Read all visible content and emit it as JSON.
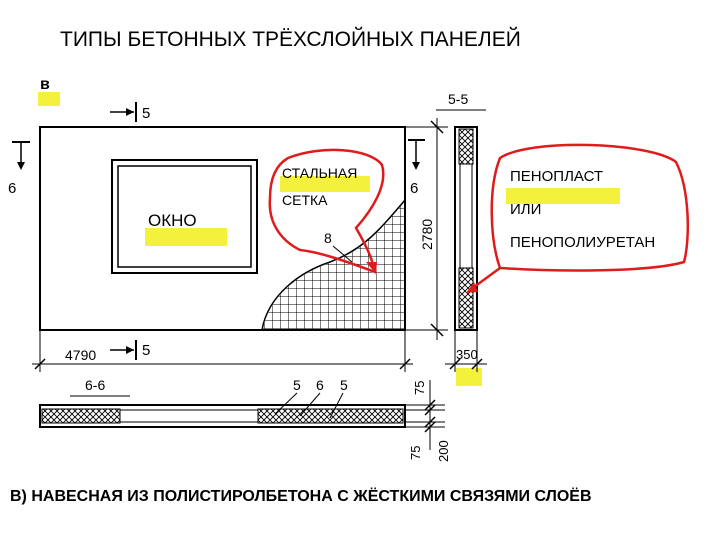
{
  "title": "ТИПЫ  БЕТОННЫХ ТРЁХСЛОЙНЫХ ПАНЕЛЕЙ",
  "caption": "В) НАВЕСНАЯ ИЗ ПОЛИСТИРОЛБЕТОНА С ЖЁСТКИМИ СВЯЗЯМИ СЛОЁВ",
  "labels": {
    "variant": "в",
    "window": "ОКНО",
    "steel": "СТАЛЬНАЯ",
    "mesh": "СЕТКА",
    "foam1": "ПЕНОПЛАСТ",
    "foam_or": "ИЛИ",
    "foam2": "ПЕНОПОЛИУРЕТАН"
  },
  "dimensions": {
    "section_55": "5-5",
    "section_66": "6-6",
    "mark_5": "5",
    "mark_6": "6",
    "mark_8": "8",
    "height": "2780",
    "width": "4790",
    "thickness": "350",
    "d75": "75",
    "d200": "200"
  },
  "colors": {
    "annotation_red": "#e01b1b",
    "highlight_yellow": "#f2ee1a",
    "line": "#000000"
  }
}
